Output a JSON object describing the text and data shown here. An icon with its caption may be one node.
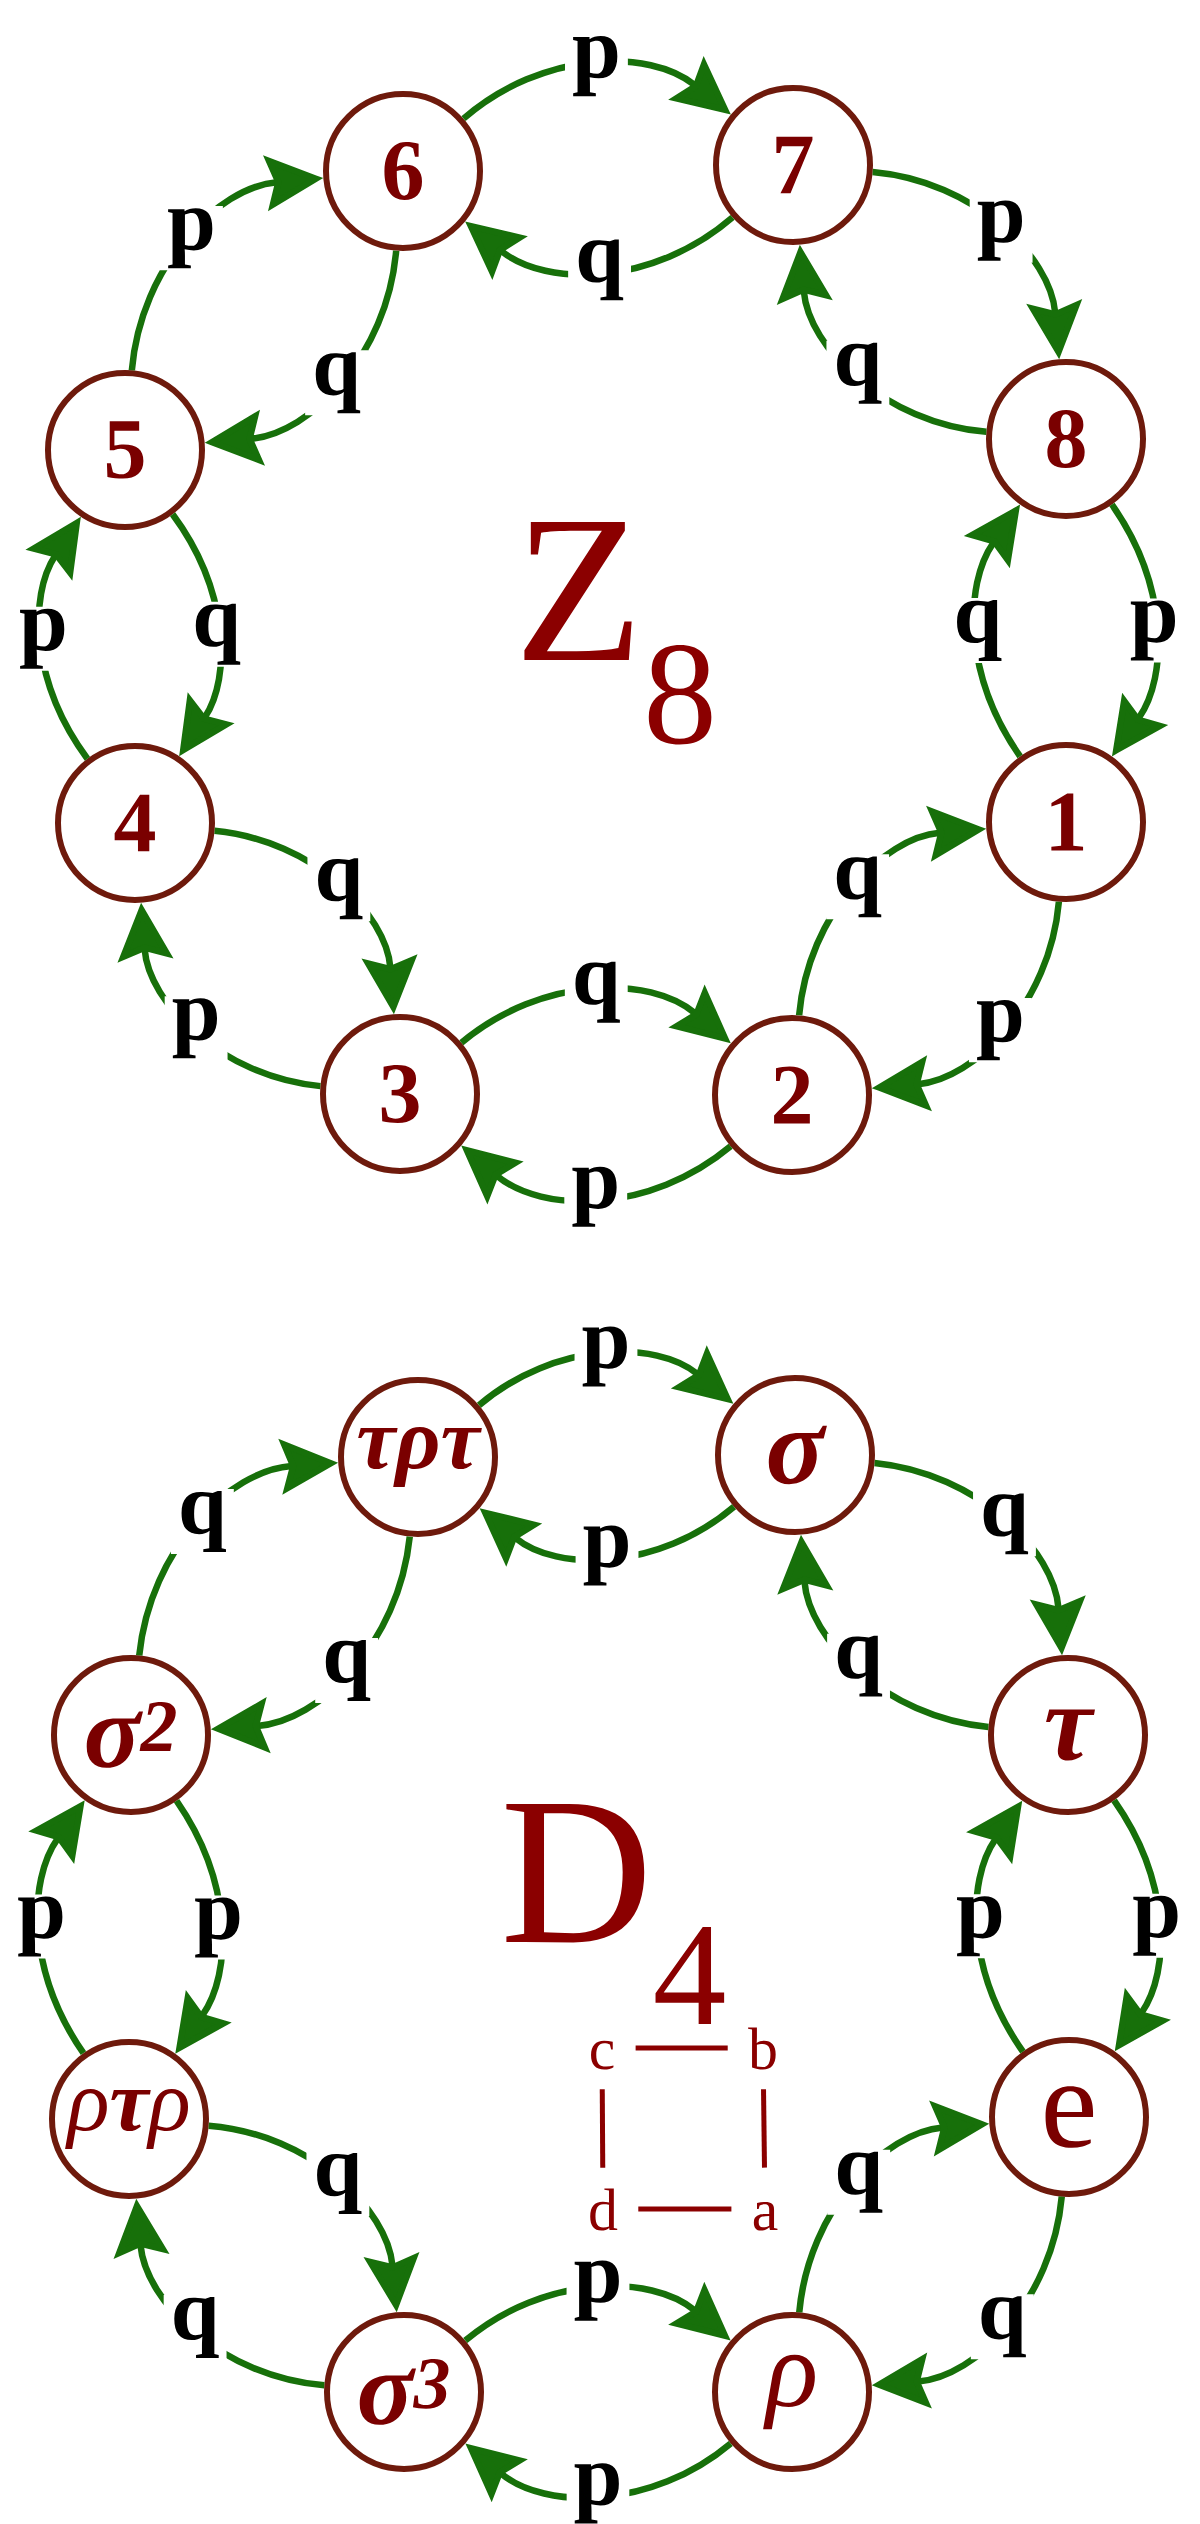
{
  "diagram": {
    "nodes": [
      {
        "text": [
          "6"
        ]
      },
      {
        "text": [
          "7"
        ]
      },
      {
        "text": [
          "5"
        ]
      },
      {
        "text": [
          "8"
        ]
      },
      {
        "text": [
          "4"
        ]
      },
      {
        "text": [
          "1"
        ]
      },
      {
        "text": [
          "3"
        ]
      },
      {
        "text": [
          "2"
        ]
      },
      {
        "text": [
          "τρτ"
        ]
      },
      {
        "text": [
          "σ"
        ]
      },
      {
        "text": [
          "σ$^{2}$"
        ]
      },
      {
        "text": [
          "τ"
        ]
      },
      {
        "text": [
          "ρ**τ**ρ"
        ]
      },
      {
        "text": [
          "e"
        ]
      },
      {
        "text": [
          "σ$^{3}$"
        ]
      },
      {
        "text": [
          "ρ"
        ]
      },
      {
        "text": [
          "c"
        ]
      },
      {
        "text": [
          "b"
        ]
      },
      {
        "text": [
          "d"
        ]
      },
      {
        "text": [
          "a"
        ]
      }
    ],
    "edges": [
      {
        "from": 0,
        "to": 1,
        "arrow": "to",
        "label": "p"
      },
      {
        "from": 1,
        "to": 0,
        "arrow": "to",
        "label": "q"
      },
      {
        "from": 2,
        "to": 0,
        "arrow": "to",
        "label": "p"
      },
      {
        "from": 0,
        "to": 2,
        "arrow": "to",
        "label": "q"
      },
      {
        "from": 1,
        "to": 3,
        "arrow": "to",
        "label": "p"
      },
      {
        "from": 3,
        "to": 1,
        "arrow": "to",
        "label": "q"
      },
      {
        "from": 4,
        "to": 2,
        "arrow": "to",
        "label": "p"
      },
      {
        "from": 2,
        "to": 4,
        "arrow": "to",
        "label": "q"
      },
      {
        "from": 3,
        "to": 5,
        "arrow": "to",
        "label": "p"
      },
      {
        "from": 5,
        "to": 3,
        "arrow": "to",
        "label": "q"
      },
      {
        "from": 6,
        "to": 4,
        "arrow": "to",
        "label": "p"
      },
      {
        "from": 4,
        "to": 6,
        "arrow": "to",
        "label": "q"
      },
      {
        "from": 5,
        "to": 7,
        "arrow": "to",
        "label": "p"
      },
      {
        "from": 7,
        "to": 5,
        "arrow": "to",
        "label": "q"
      },
      {
        "from": 6,
        "to": 7,
        "arrow": "to",
        "label": "q"
      },
      {
        "from": 7,
        "to": 6,
        "arrow": "to",
        "label": "p"
      },
      {
        "from": 8,
        "to": 9,
        "arrow": "to",
        "label": "p"
      },
      {
        "from": 9,
        "to": 8,
        "arrow": "to",
        "label": "p"
      },
      {
        "from": 10,
        "to": 8,
        "arrow": "to",
        "label": "q"
      },
      {
        "from": 8,
        "to": 10,
        "arrow": "to",
        "label": "q"
      },
      {
        "from": 9,
        "to": 11,
        "arrow": "to",
        "label": "q"
      },
      {
        "from": 11,
        "to": 9,
        "arrow": "to",
        "label": "q"
      },
      {
        "from": 12,
        "to": 10,
        "arrow": "to",
        "label": "p"
      },
      {
        "from": 10,
        "to": 12,
        "arrow": "to",
        "label": "p"
      },
      {
        "from": 11,
        "to": 13,
        "arrow": "to",
        "label": "p"
      },
      {
        "from": 13,
        "to": 11,
        "arrow": "to",
        "label": "p"
      },
      {
        "from": 14,
        "to": 12,
        "arrow": "to",
        "label": "q"
      },
      {
        "from": 12,
        "to": 14,
        "arrow": "to",
        "label": "q"
      },
      {
        "from": 13,
        "to": 15,
        "arrow": "to",
        "label": "q"
      },
      {
        "from": 15,
        "to": 13,
        "arrow": "to",
        "label": "q"
      },
      {
        "from": 14,
        "to": 15,
        "arrow": "to",
        "label": "p"
      },
      {
        "from": 15,
        "to": 14,
        "arrow": "to",
        "label": "p"
      },
      {
        "from": 16,
        "to": 17,
        "arrow": "none",
        "color": "#8b0000"
      },
      {
        "from": 16,
        "to": 18,
        "arrow": "none",
        "color": "#8b0000"
      },
      {
        "from": 17,
        "to": 19,
        "arrow": "none",
        "color": "#8b0000"
      },
      {
        "from": 18,
        "to": 19,
        "arrow": "none",
        "color": "#8b0000"
      }
    ],
    "labels": [
      "Z$_{8}$",
      "D$_{4}$"
    ]
  }
}
